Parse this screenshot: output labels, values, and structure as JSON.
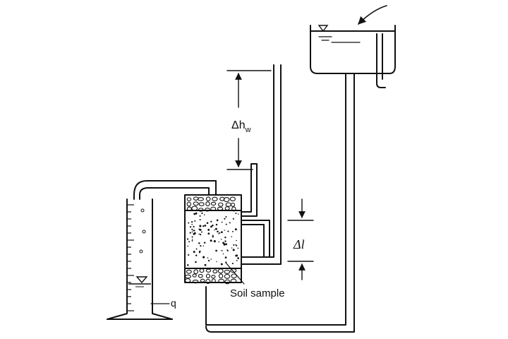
{
  "diagram": {
    "title": "Constant-head permeability test apparatus",
    "labels": {
      "head_difference": "Δh",
      "head_difference_subscript": "w",
      "sample_length": "Δl",
      "sample_caption": "Soil sample",
      "flow_rate": "q"
    },
    "colors": {
      "line": "#111111",
      "background": "#ffffff"
    },
    "icons": [
      "water-level-triangle",
      "inflow-arrow",
      "dimension-arrow"
    ]
  }
}
